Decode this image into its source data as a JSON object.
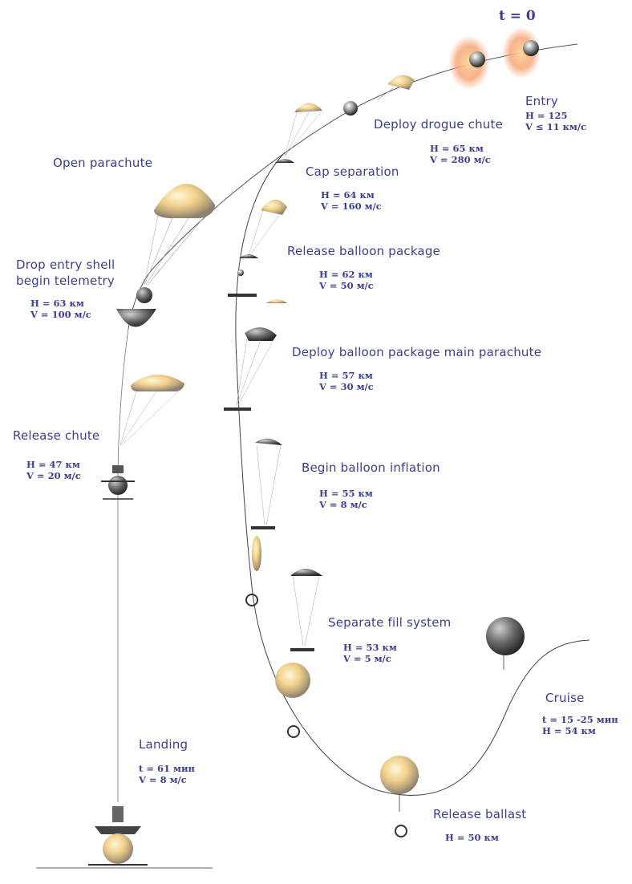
{
  "diagram": {
    "t0": "t = 0",
    "stages": {
      "entry": {
        "title": "Entry",
        "params": [
          "H = 125",
          "V ≤ 11 км/с"
        ]
      },
      "drogue": {
        "title": "Deploy drogue chute",
        "params": [
          "H = 65 км",
          "V = 280 м/с"
        ]
      },
      "cap": {
        "title": "Cap separation",
        "params": [
          "H = 64 км",
          "V = 160 м/с"
        ]
      },
      "open_chute": {
        "title": "Open parachute"
      },
      "drop_shell": {
        "title_lines": [
          "Drop entry shell",
          "begin telemetry"
        ],
        "params": [
          "H = 63 км",
          "V = 100 м/с"
        ]
      },
      "release_pkg": {
        "title": "Release balloon package",
        "params": [
          "H = 62 км",
          "V = 50 м/с"
        ]
      },
      "pkg_chute": {
        "title": "Deploy balloon package main parachute",
        "params": [
          "H = 57 км",
          "V = 30 м/с"
        ]
      },
      "release_chute": {
        "title": "Release chute",
        "params": [
          "H = 47 км",
          "V = 20 м/с"
        ]
      },
      "inflation": {
        "title": "Begin balloon inflation",
        "params": [
          "H = 55 км",
          "V = 8 м/с"
        ]
      },
      "separate": {
        "title": "Separate fill system",
        "params": [
          "H = 53 км",
          "V = 5 м/с"
        ]
      },
      "cruise": {
        "title": "Cruise",
        "params": [
          "t = 15 -25 мин",
          "H = 54 км"
        ]
      },
      "landing": {
        "title": "Landing",
        "params": [
          "t = 61 мин",
          "V = 8 м/с"
        ]
      },
      "ballast": {
        "title": "Release ballast",
        "params": [
          "H = 50 км"
        ]
      }
    }
  }
}
